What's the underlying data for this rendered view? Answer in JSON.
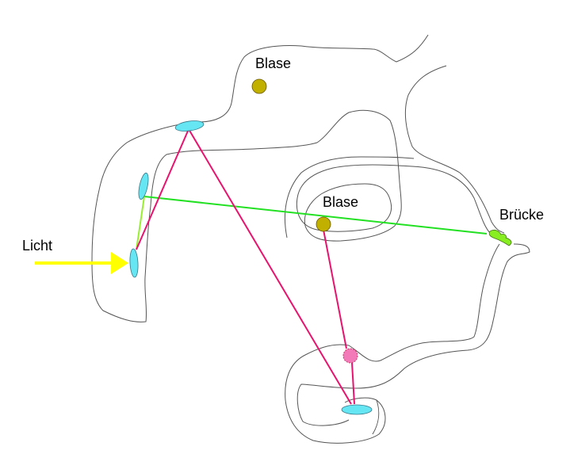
{
  "labels": {
    "bubble_top": "Blase",
    "bubble_middle": "Blase",
    "bridge": "Brücke",
    "light": "Licht"
  },
  "colors": {
    "mirror": "#66e6f2",
    "bubble": "#c2b000",
    "beam_magenta": "#e8136e",
    "beam_green": "#22e022",
    "beam_lightgreen": "#99ee33",
    "bridge": "#88ee22",
    "light_arrow": "#ffff00",
    "pink_target": "#f27ab8"
  }
}
